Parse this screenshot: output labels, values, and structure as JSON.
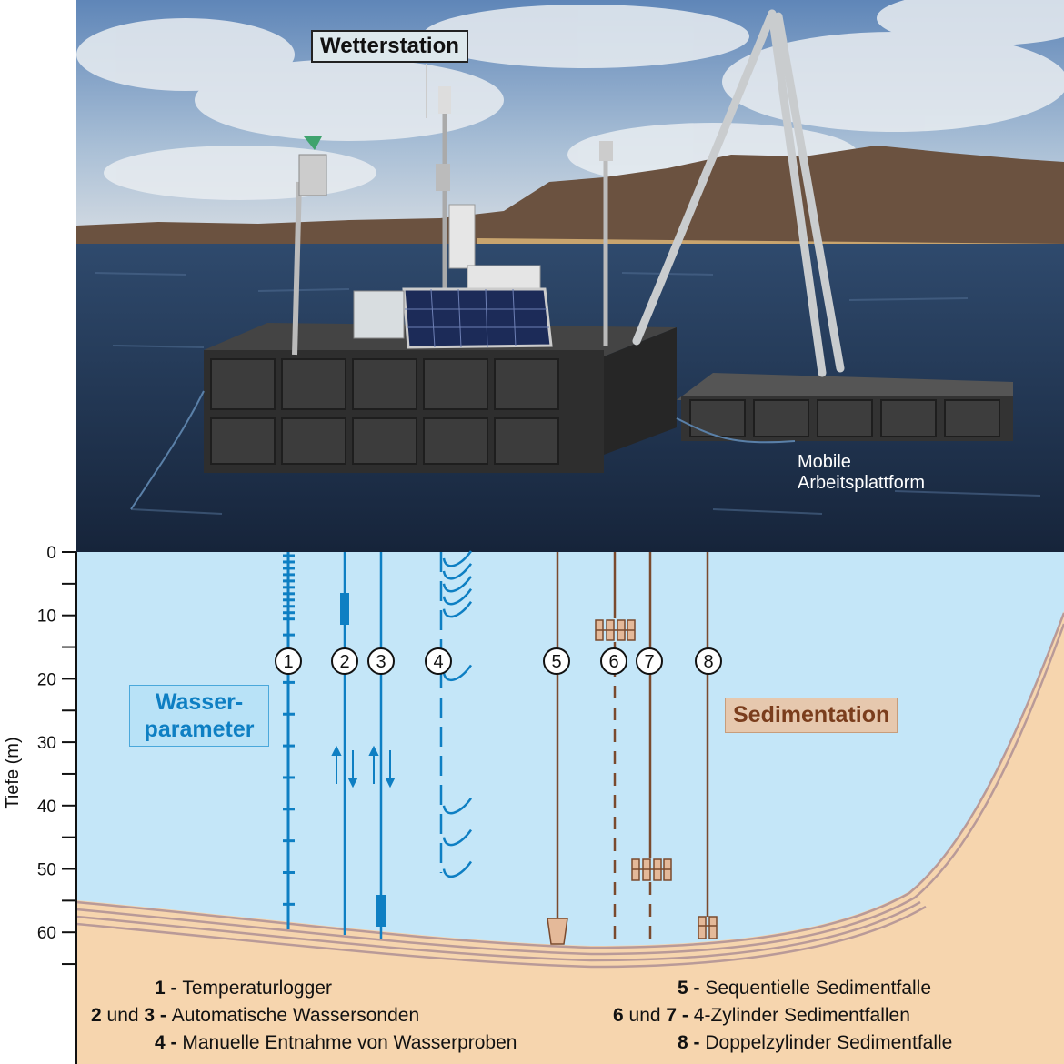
{
  "photo": {
    "weather_station_label": "Wetterstation",
    "platform_label_line1": "Mobile",
    "platform_label_line2": "Arbeitsplattform"
  },
  "diagram": {
    "y_axis_label": "Tiefe (m)",
    "y_ticks": [
      "0",
      "10",
      "20",
      "30",
      "40",
      "50",
      "60"
    ],
    "water_label_line1": "Wasser-",
    "water_label_line2": "parameter",
    "sediment_label": "Sedimentation",
    "instrument_markers": [
      "1",
      "2",
      "3",
      "4",
      "5",
      "6",
      "7",
      "8"
    ]
  },
  "legend": {
    "left": [
      {
        "num": "1",
        "sep": " - ",
        "text": "Temperaturlogger"
      },
      {
        "num": "2",
        "mid": " und ",
        "num2": "3",
        "sep": " - ",
        "text": "Automatische Wassersonden"
      },
      {
        "num": "4",
        "sep": " - ",
        "text": "Manuelle Entnahme von Wasserproben"
      }
    ],
    "right": [
      {
        "num": "5",
        "sep": " - ",
        "text": "Sequentielle Sedimentfalle"
      },
      {
        "num": "6",
        "mid": " und ",
        "num2": "7",
        "sep": " - ",
        "text": "4-Zylinder Sedimentfallen"
      },
      {
        "num": "8",
        "sep": " - ",
        "text": "Doppelzylinder Sedimentfalle"
      }
    ]
  },
  "colors": {
    "water": "#c4e6f8",
    "sediment": "#f6d5ae",
    "instrument_blue": "#0e7fc3",
    "instrument_brown": "#7a4a2e",
    "trap_fill": "#e4b999"
  }
}
